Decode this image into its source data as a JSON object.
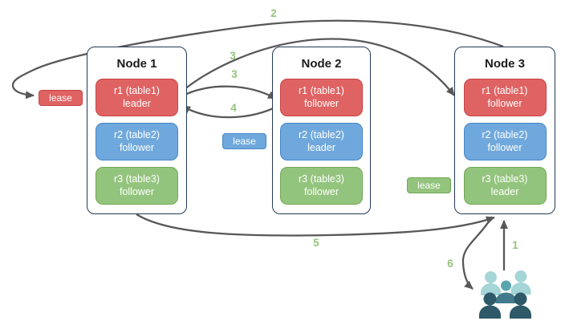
{
  "nodes": [
    {
      "title": "Node 1",
      "replicas": [
        {
          "label": "r1 (table1)",
          "role": "leader"
        },
        {
          "label": "r2 (table2)",
          "role": "follower"
        },
        {
          "label": "r3 (table3)",
          "role": "follower"
        }
      ]
    },
    {
      "title": "Node 2",
      "replicas": [
        {
          "label": "r1 (table1)",
          "role": "follower"
        },
        {
          "label": "r2 (table2)",
          "role": "leader"
        },
        {
          "label": "r3 (table3)",
          "role": "follower"
        }
      ]
    },
    {
      "title": "Node 3",
      "replicas": [
        {
          "label": "r1 (table1)",
          "role": "follower"
        },
        {
          "label": "r2 (table2)",
          "role": "follower"
        },
        {
          "label": "r3 (table3)",
          "role": "leader"
        }
      ]
    }
  ],
  "leases": [
    {
      "label": "lease",
      "color": "#e06363"
    },
    {
      "label": "lease",
      "color": "#6fa8dc"
    },
    {
      "label": "lease",
      "color": "#93c47d"
    }
  ],
  "steps": {
    "s1": "1",
    "s2": "2",
    "s3a": "3",
    "s3b": "3",
    "s4": "4",
    "s5": "5",
    "s6": "6"
  },
  "icons": {
    "users": "users-icon"
  },
  "colors": {
    "replica_red": "#e06363",
    "replica_red_border": "#c74343",
    "replica_blue": "#6fa8dc",
    "replica_blue_border": "#4586c6",
    "replica_green": "#93c47d",
    "replica_green_border": "#6fa854",
    "node_border": "#233a57",
    "arrow": "#585858",
    "step_label": "#93c47d",
    "users_light_teal": "#a5d5d6",
    "users_medium_teal": "#5aa6ad",
    "users_body_teal": "#417b8b",
    "users_dark_slate": "#2e5968"
  }
}
